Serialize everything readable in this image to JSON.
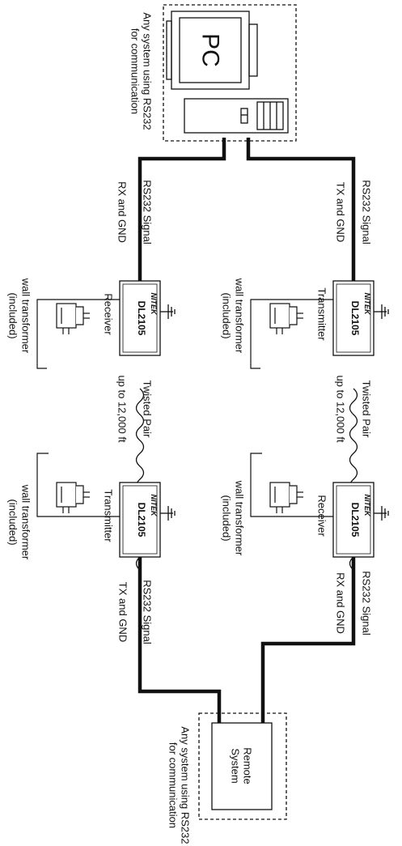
{
  "pc_system": {
    "screen_label": "PC",
    "caption_line1": "Any system using RS232",
    "caption_line2": "for communication"
  },
  "remote_system": {
    "label_line1": "Remote",
    "label_line2": "System",
    "caption_line1": "Any system using RS232",
    "caption_line2": "for communication"
  },
  "signals": {
    "pc_left": {
      "line1": "RS232 Signal",
      "line2": "RX and GND"
    },
    "pc_right": {
      "line1": "RS232 Signal",
      "line2": "TX and GND"
    },
    "remote_left": {
      "line1": "RS232 Signal",
      "line2": "TX and GND"
    },
    "remote_right": {
      "line1": "RS232 Signal",
      "line2": "RX and GND"
    }
  },
  "devices": {
    "brand": "NITEK",
    "model": "DL2105",
    "top_left_role": "Receiver",
    "top_right_role": "Transmitter",
    "bottom_left_role": "Transmitter",
    "bottom_right_role": "Receiver"
  },
  "power": {
    "line1": "wall transformer",
    "line2": "(included)"
  },
  "cable": {
    "line1": "Twisted Pair",
    "line2": "up to 12,000 ft"
  },
  "colors": {
    "line": "#111111",
    "background": "#ffffff"
  }
}
